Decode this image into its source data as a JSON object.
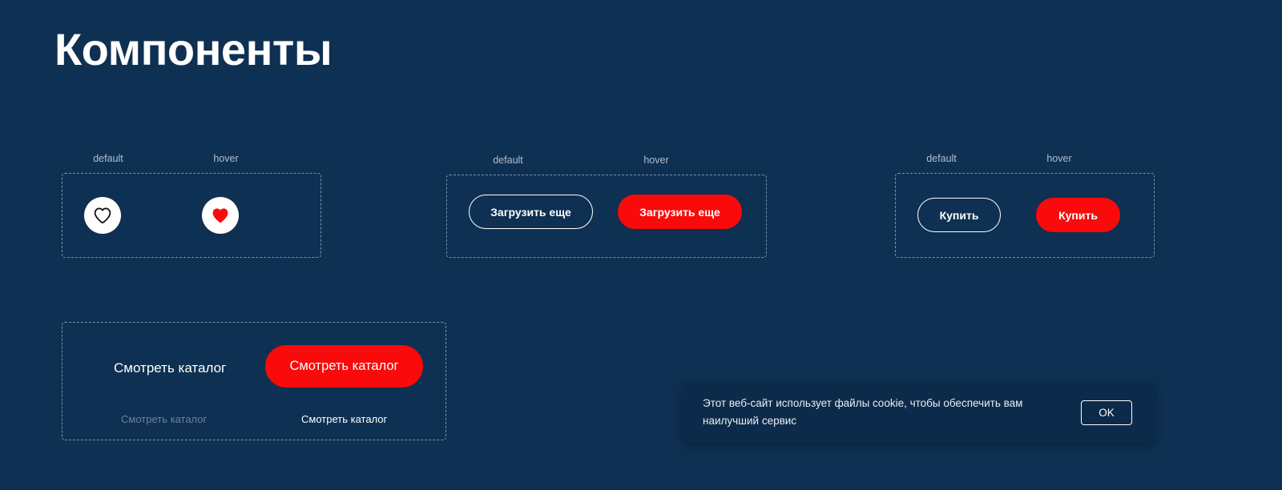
{
  "page": {
    "title": "Компоненты",
    "background_color": "#0e3052",
    "accent_color": "#fa0a0a",
    "label_color": "#b2bfcd",
    "muted_text_color": "#6f8196"
  },
  "state_labels": {
    "default": "default",
    "hover": "hover"
  },
  "groups": {
    "favourite": {
      "name": "favourite-heart-buttons",
      "default": {
        "icon": "heart-outline-icon",
        "state": "default"
      },
      "hover": {
        "icon": "heart-filled-icon",
        "state": "hover"
      }
    },
    "load_more": {
      "name": "load-more-buttons",
      "label": "Загрузить еще",
      "default_state": "default",
      "hover_state": "hover"
    },
    "buy": {
      "name": "buy-buttons",
      "label": "Купить",
      "default_state": "default",
      "hover_state": "hover"
    },
    "catalog": {
      "name": "catalog-links",
      "label_large_plain": "Смотреть каталог",
      "label_large_solid": "Смотреть каталог",
      "label_small_disabled": "Смотреть каталог",
      "label_small_default": "Смотреть каталог"
    }
  },
  "cookie_banner": {
    "message": "Этот веб-сайт использует файлы cookie, чтобы обеспечить вам наилучший сервис",
    "ok_label": "OK"
  }
}
